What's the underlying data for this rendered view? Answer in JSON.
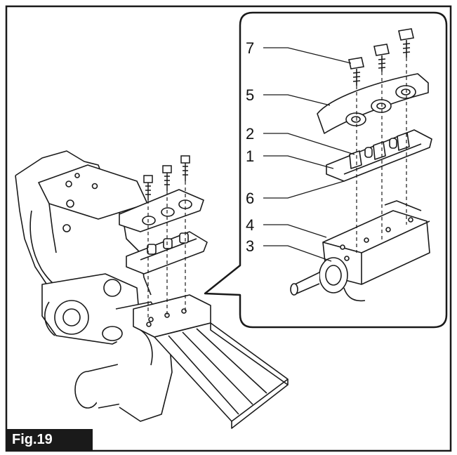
{
  "figure": {
    "label": "Fig.19"
  },
  "callouts": {
    "c1": "1",
    "c2": "2",
    "c3": "3",
    "c4": "4",
    "c5": "5",
    "c6": "6",
    "c7": "7"
  },
  "colors": {
    "line": "#1a1a1a",
    "background": "#ffffff",
    "label_bg": "#1a1a1a"
  }
}
